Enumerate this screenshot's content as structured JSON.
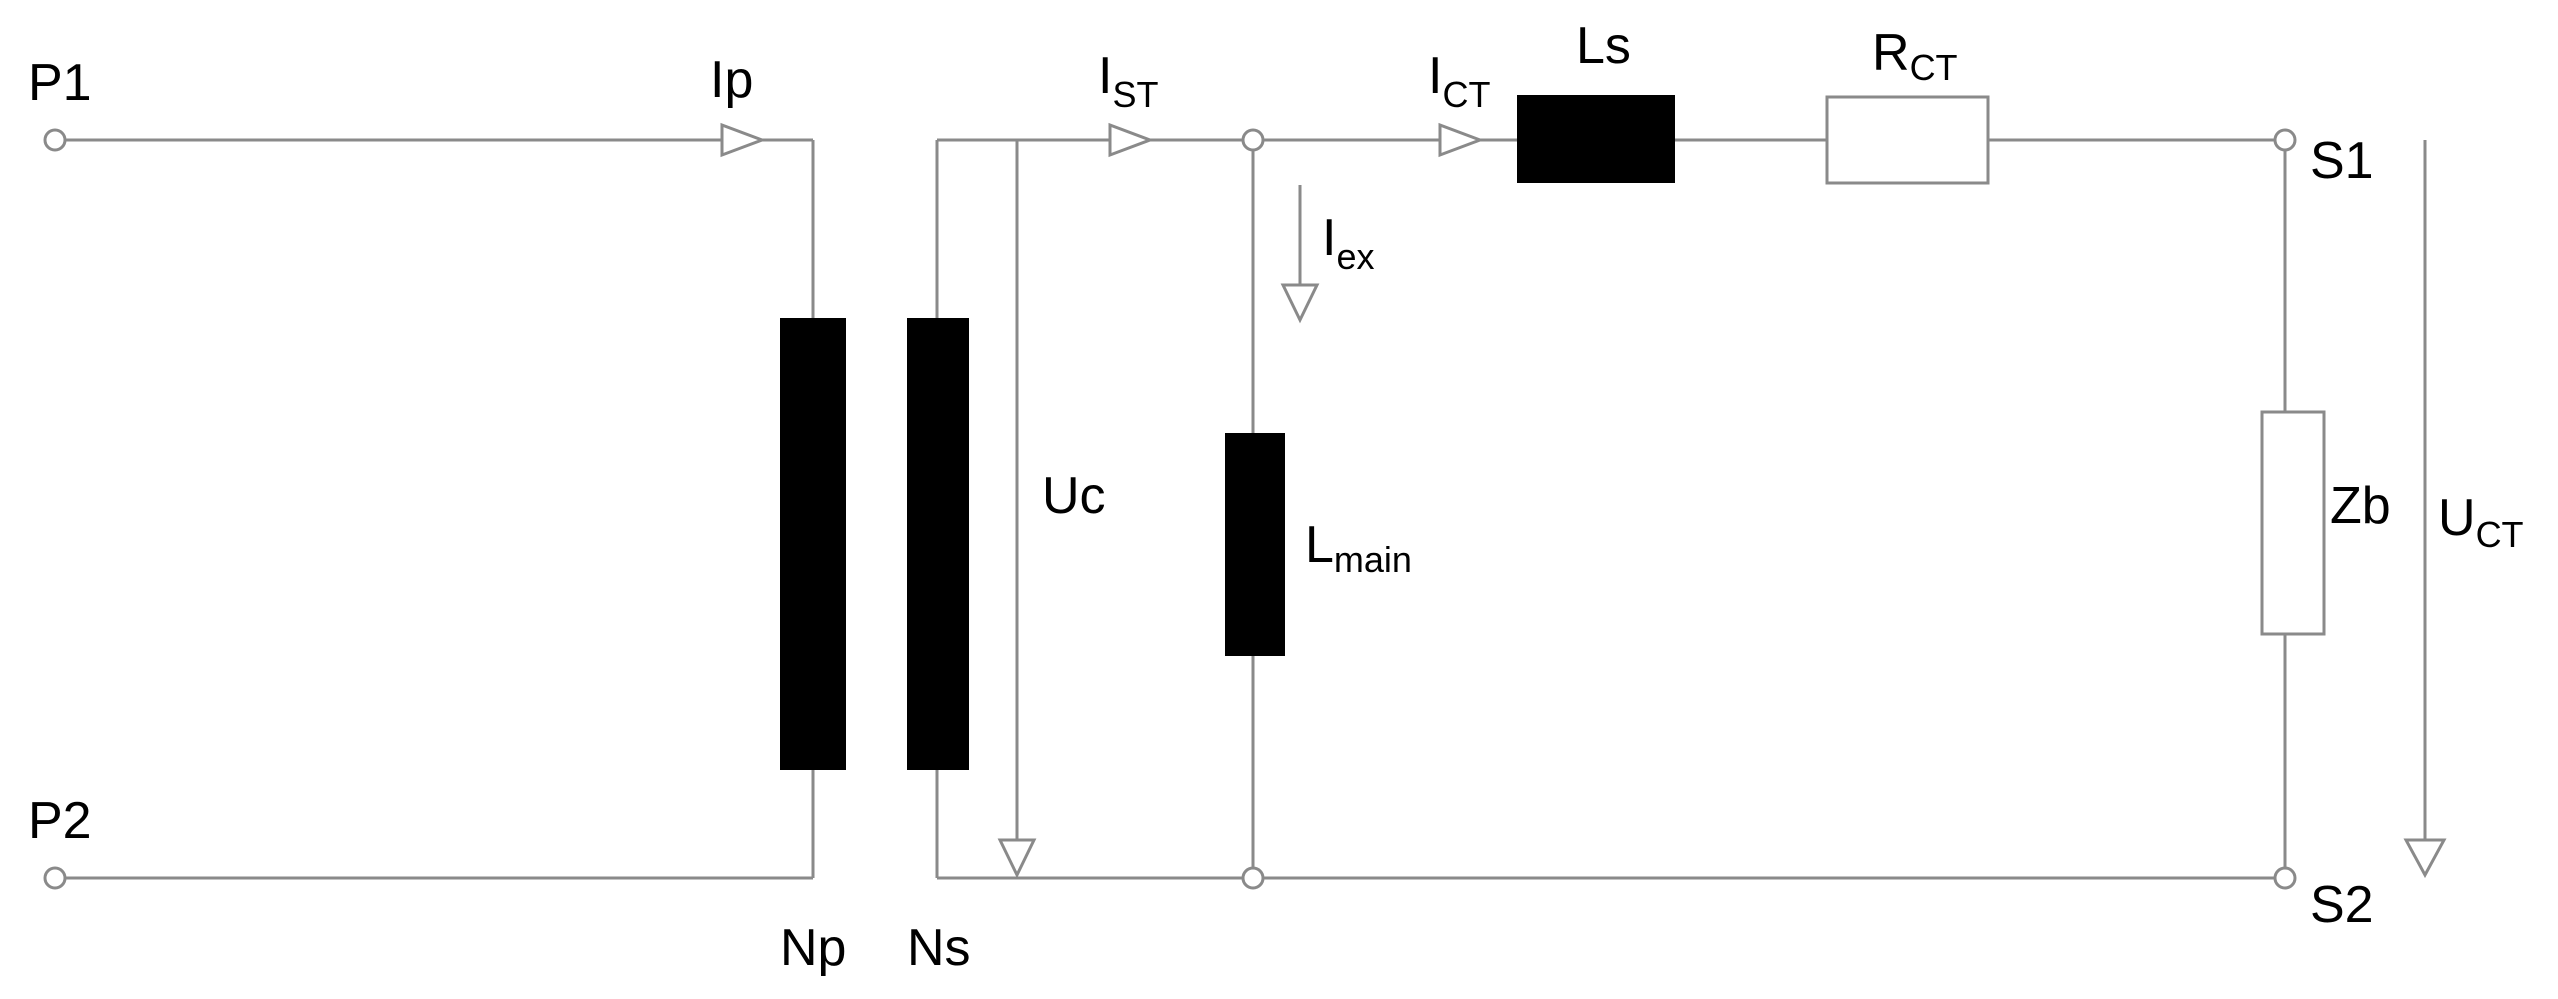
{
  "colors": {
    "wire": "#8a8a8a",
    "component_fill": "#000000",
    "background": "#ffffff"
  },
  "labels": {
    "p1": "P1",
    "p2": "P2",
    "ip": "Ip",
    "i_st_main": "I",
    "i_st_sub": "ST",
    "i_ct_main": "I",
    "i_ct_sub": "CT",
    "ls": "Ls",
    "r_ct_main": "R",
    "r_ct_sub": "CT",
    "s1": "S1",
    "s2": "S2",
    "i_ex_main": "I",
    "i_ex_sub": "ex",
    "uc": "Uc",
    "l_main_main": "L",
    "l_main_sub": "main",
    "zb": "Zb",
    "u_ct_main": "U",
    "u_ct_sub": "CT",
    "np": "Np",
    "ns": "Ns"
  }
}
